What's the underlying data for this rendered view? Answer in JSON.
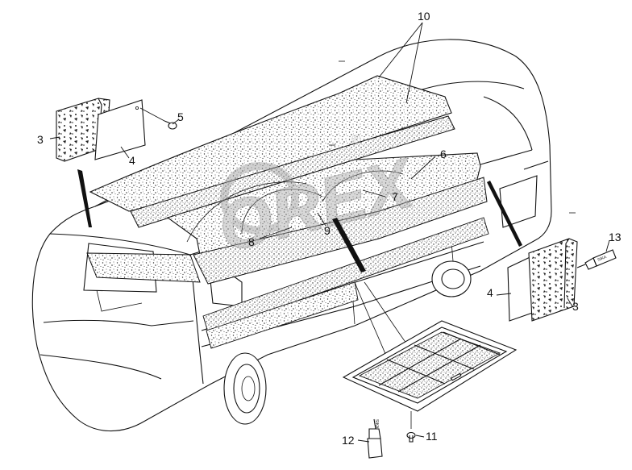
{
  "watermark": {
    "text": "OREX",
    "reg": "®",
    "color": "#c8c8c8"
  },
  "callouts": [
    {
      "id": "label-10",
      "text": "10"
    },
    {
      "id": "label-5",
      "text": "5"
    },
    {
      "id": "label-3-left",
      "text": "3"
    },
    {
      "id": "label-4-left",
      "text": "4"
    },
    {
      "id": "label-6",
      "text": "6"
    },
    {
      "id": "label-7",
      "text": "7"
    },
    {
      "id": "label-8",
      "text": "8"
    },
    {
      "id": "label-9",
      "text": "9"
    },
    {
      "id": "label-13",
      "text": "13"
    },
    {
      "id": "label-4-right",
      "text": "4"
    },
    {
      "id": "label-3-right",
      "text": "3"
    },
    {
      "id": "label-12",
      "text": "12"
    },
    {
      "id": "label-11",
      "text": "11"
    }
  ],
  "sealant_tube_text": "SIKA",
  "colors": {
    "ink": "#111111",
    "paper": "#ffffff",
    "speckle": "#444444"
  }
}
